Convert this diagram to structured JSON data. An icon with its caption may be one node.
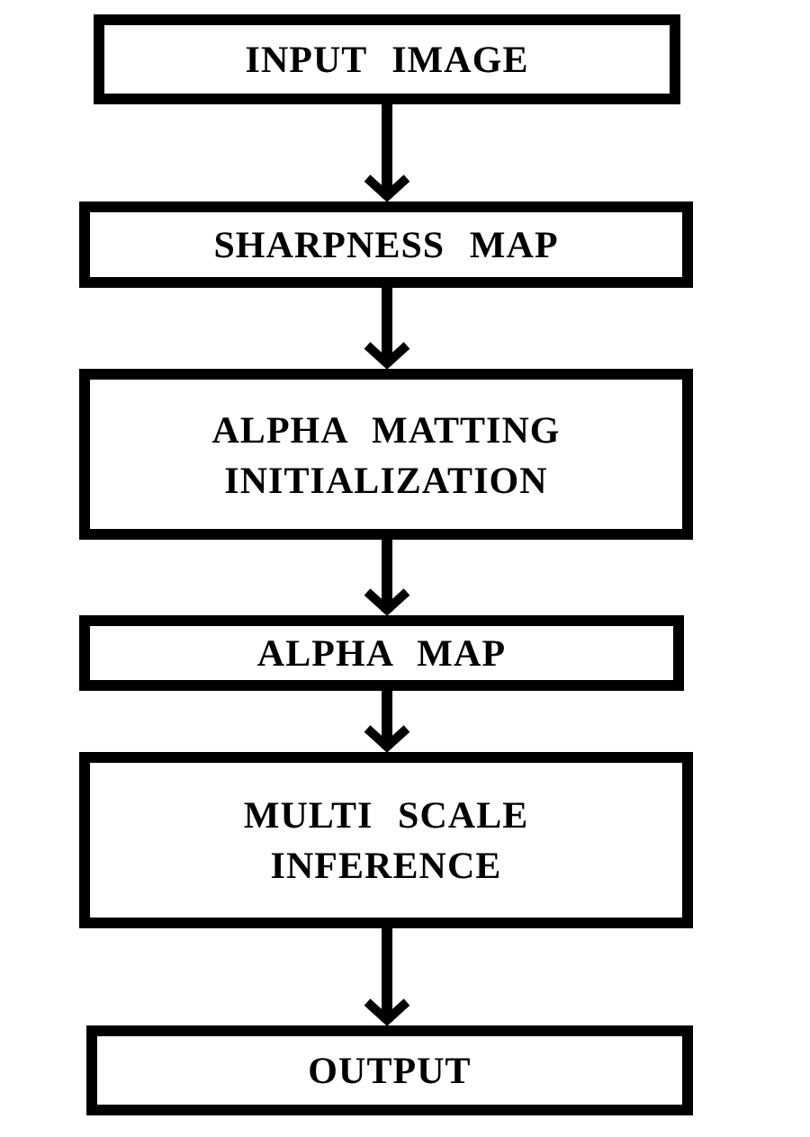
{
  "diagram": {
    "nodes": [
      {
        "text": [
          "INPUT IMAGE"
        ]
      },
      {
        "text": [
          "SHARPNESS MAP"
        ]
      },
      {
        "text": [
          "ALPHA MATTING INITIALIZATION"
        ]
      },
      {
        "text": [
          "ALPHA MAP"
        ]
      },
      {
        "text": [
          "MULTI SCALE INFERENCE"
        ]
      },
      {
        "text": [
          "OUTPUT"
        ]
      }
    ],
    "edges": [
      {
        "from": 0,
        "to": 1,
        "arrow": "to"
      },
      {
        "from": 1,
        "to": 2,
        "arrow": "to"
      },
      {
        "from": 2,
        "to": 3,
        "arrow": "to"
      },
      {
        "from": 3,
        "to": 4,
        "arrow": "to"
      },
      {
        "from": 4,
        "to": 5,
        "arrow": "to"
      }
    ]
  }
}
